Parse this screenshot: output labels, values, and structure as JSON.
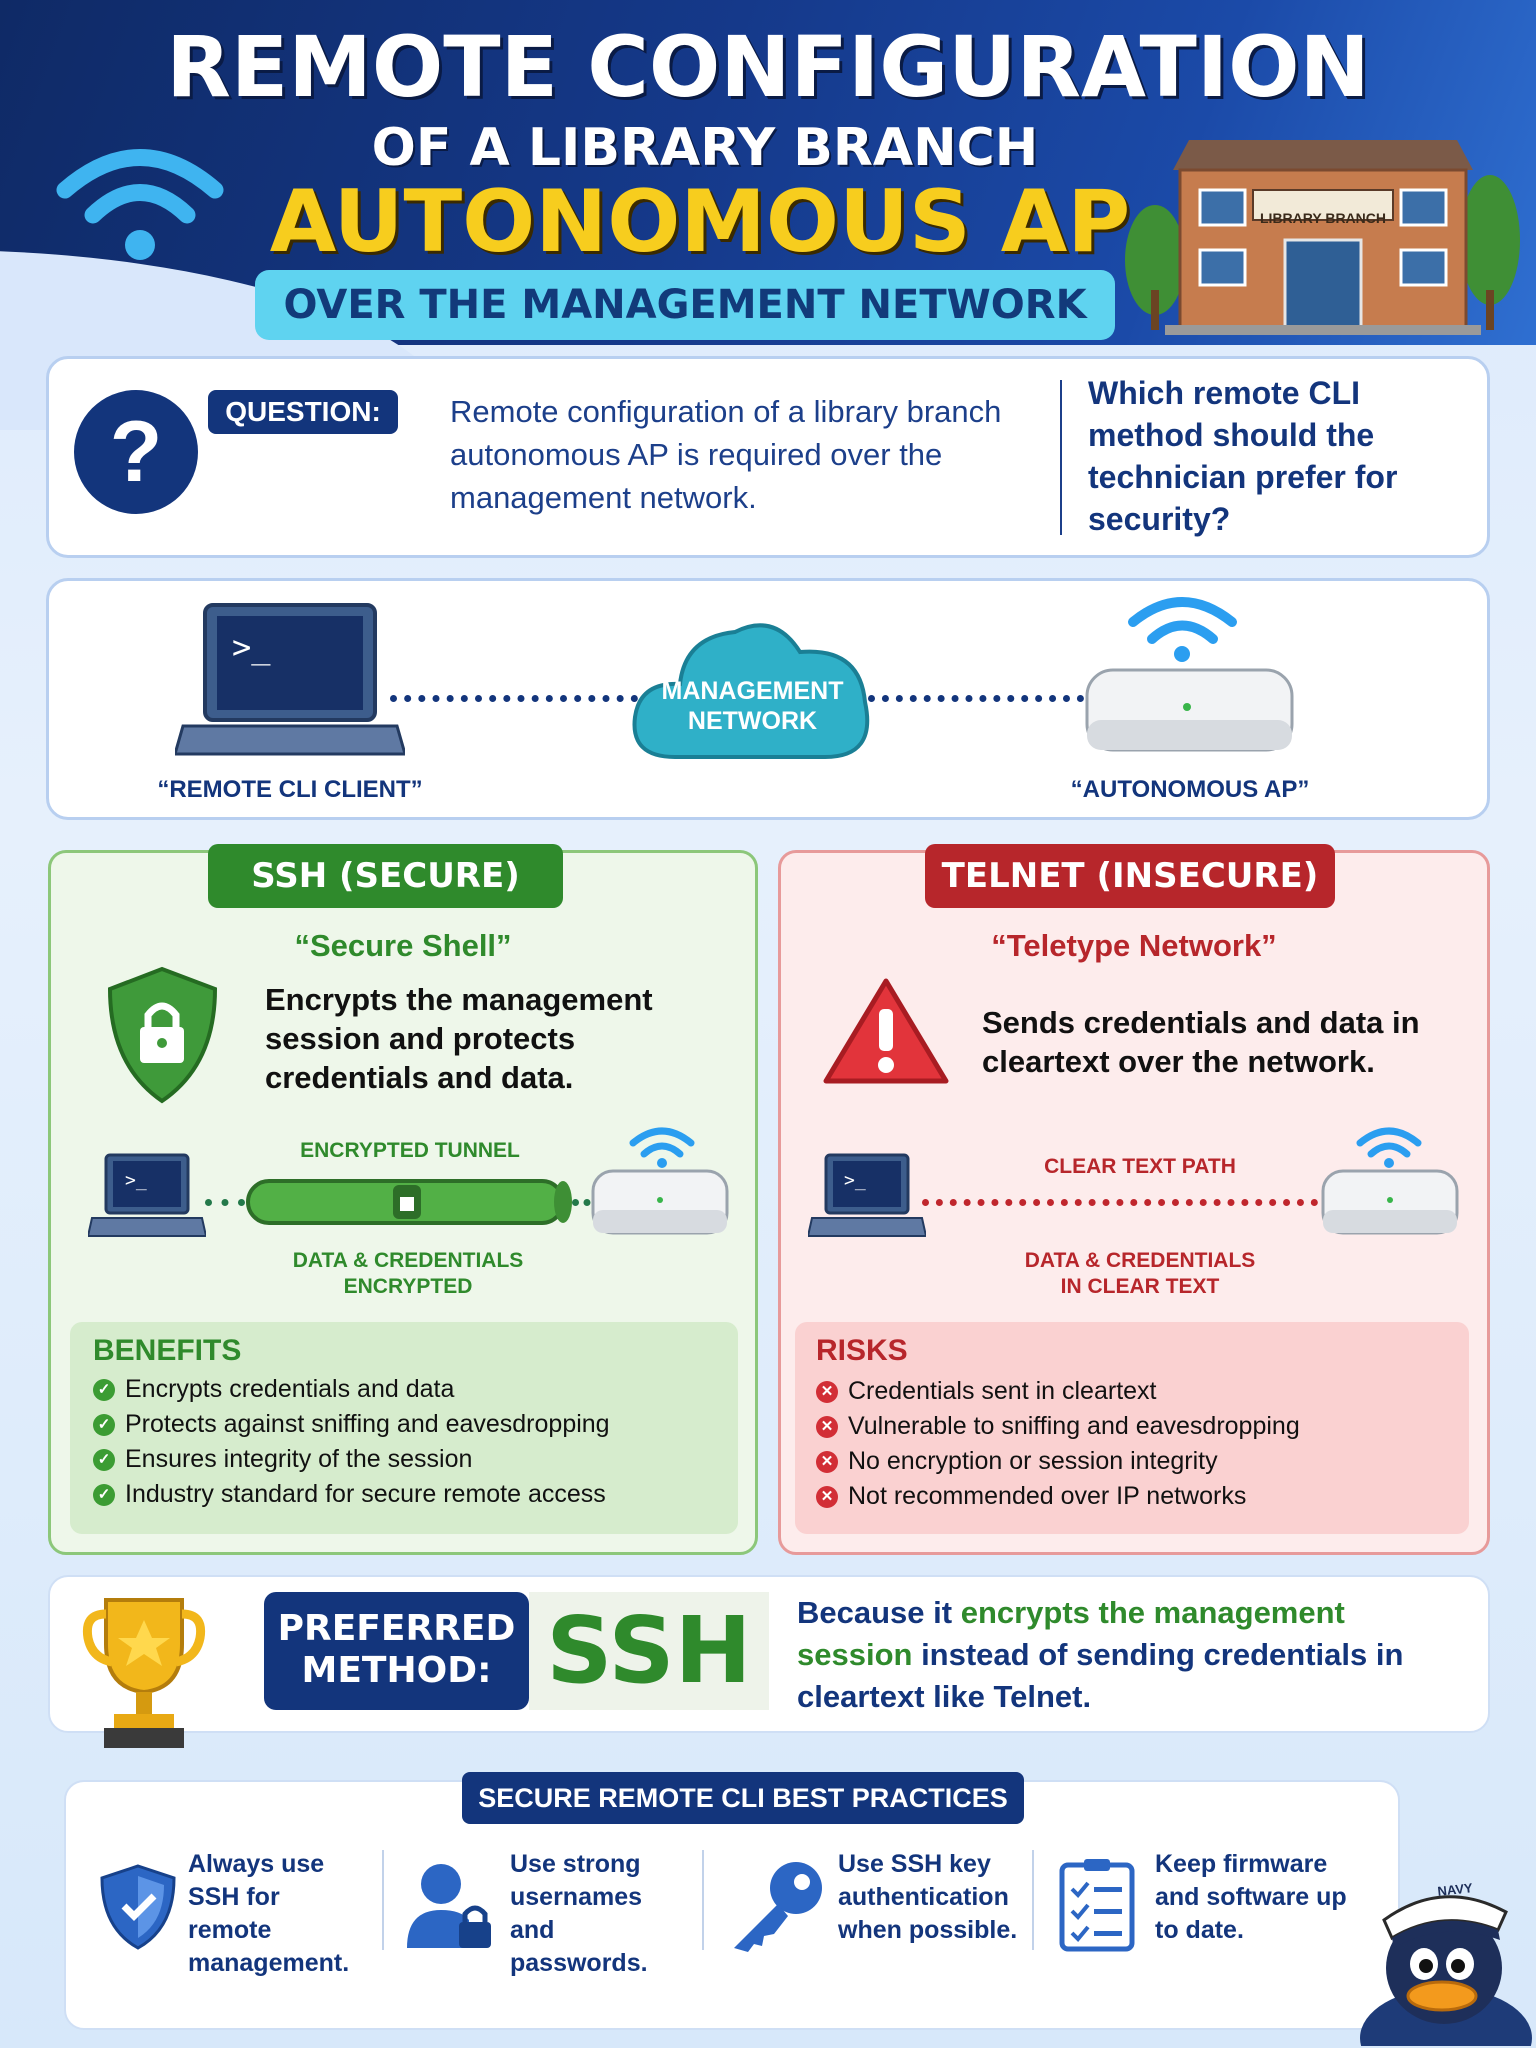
{
  "header": {
    "title_line1": "REMOTE CONFIGURATION",
    "title_line2": "OF A LIBRARY BRANCH",
    "title_line3": "AUTONOMOUS AP",
    "title_line4": "OVER THE MANAGEMENT NETWORK",
    "building_sign": "LIBRARY BRANCH"
  },
  "question": {
    "label": "QUESTION:",
    "text": "Remote configuration of a library branch autonomous AP is required over the management network.",
    "ask": "Which remote CLI method should the technician prefer for security?"
  },
  "topology": {
    "client_label": "“REMOTE CLI CLIENT”",
    "cloud_line1": "MANAGEMENT",
    "cloud_line2": "NETWORK",
    "ap_label": "“AUTONOMOUS AP”",
    "prompt": ">_"
  },
  "ssh": {
    "pill": "SSH (SECURE)",
    "subtitle": "“Secure Shell”",
    "desc": "Encrypts the management session and protects credentials and data.",
    "tunnel_label": "ENCRYPTED TUNNEL",
    "caption_line1": "DATA & CREDENTIALS",
    "caption_line2": "ENCRYPTED",
    "list_title": "BENEFITS",
    "items": [
      "Encrypts credentials and data",
      "Protects against sniffing and eavesdropping",
      "Ensures integrity of the session",
      "Industry standard for secure remote access"
    ]
  },
  "telnet": {
    "pill": "TELNET (INSECURE)",
    "subtitle": "“Teletype Network”",
    "desc": "Sends credentials and data in cleartext over the network.",
    "path_label": "CLEAR TEXT PATH",
    "caption_line1": "DATA & CREDENTIALS",
    "caption_line2": "IN CLEAR TEXT",
    "list_title": "RISKS",
    "items": [
      "Credentials sent in cleartext",
      "Vulnerable to sniffing and eavesdropping",
      "No encryption or session integrity",
      "Not recommended over IP networks"
    ]
  },
  "preferred": {
    "label_line1": "PREFERRED",
    "label_line2": "METHOD:",
    "value": "SSH",
    "reason_part1": "Because it ",
    "reason_highlight": "encrypts the management session",
    "reason_part2": " instead of sending credentials in cleartext like Telnet."
  },
  "best_practices": {
    "title": "SECURE REMOTE CLI BEST PRACTICES",
    "items": [
      {
        "text": "Always use SSH for remote management.",
        "icon": "shield-icon"
      },
      {
        "text": "Use strong usernames and passwords.",
        "icon": "user-lock-icon"
      },
      {
        "text": "Use SSH key authentication when possible.",
        "icon": "key-icon"
      },
      {
        "text": "Keep firmware and software up to date.",
        "icon": "checklist-icon"
      }
    ]
  },
  "mascot": {
    "hat_text": "NAVY"
  },
  "colors": {
    "navy": "#13357c",
    "green": "#2f8a2c",
    "red": "#b7262b",
    "yellow": "#f7cd1e",
    "cyan": "#5fd3f0"
  }
}
